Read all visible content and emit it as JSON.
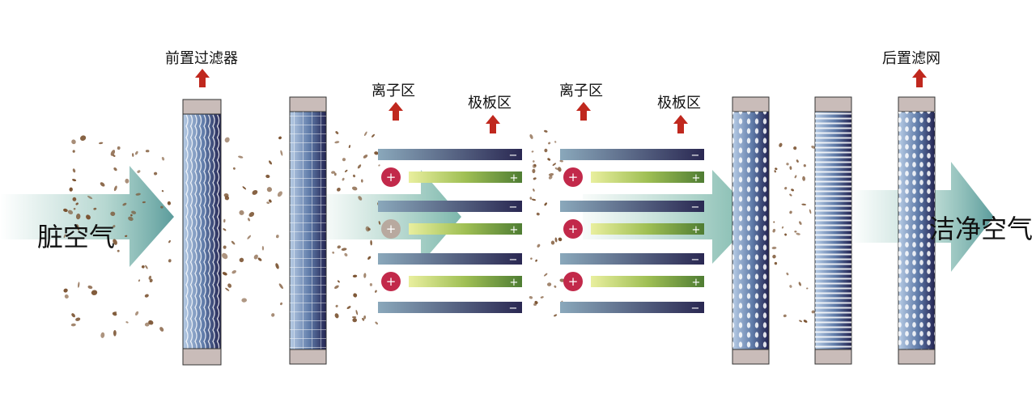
{
  "labels": {
    "dirty_air": "脏空气",
    "clean_air": "洁净空气",
    "pre_filter": "前置过滤器",
    "ion_zone_1": "离子区",
    "plate_zone_1": "极板区",
    "ion_zone_2": "离子区",
    "plate_zone_2": "极板区",
    "post_filter": "后置滤网"
  },
  "symbols": {
    "plus": "+",
    "minus": "−"
  },
  "colors": {
    "arrow_up": "#c0281e",
    "airflow": "#5fa89a",
    "cap": "#c9bcb9",
    "filter_dark": "#2f2f5e",
    "filter_light": "#9fb8d6",
    "plate_neg_start": "#7f9fb4",
    "plate_neg_end": "#2e2c55",
    "plate_pos_start": "#e8ee9c",
    "plate_pos_end": "#5b8a3a",
    "ion": "#c2294a",
    "particle": "#7a5230"
  }
}
